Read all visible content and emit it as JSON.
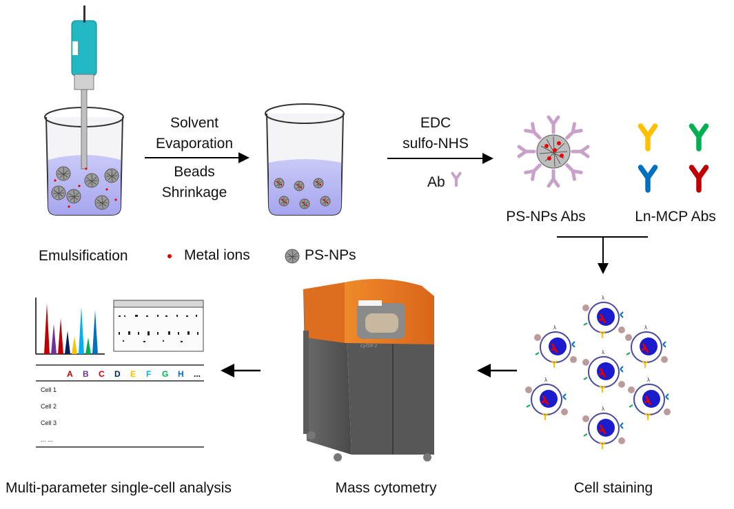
{
  "steps": {
    "emulsification": "Emulsification",
    "evaporation": {
      "line1": "Solvent",
      "line2": "Evaporation",
      "line3": "Beads",
      "line4": "Shrinkage"
    },
    "conjugation": {
      "line1": "EDC",
      "line2": "sulfo-NHS",
      "ab": "Ab"
    },
    "psnps_abs": "PS-NPs Abs",
    "lnmcp_abs": "Ln-MCP Abs",
    "cell_staining": "Cell staining",
    "mass_cytometry": "Mass cytometry",
    "analysis": "Multi-parameter single-cell analysis"
  },
  "legend": {
    "metal_ions": "Metal ions",
    "psnps": "PS-NPs"
  },
  "instrument": {
    "brand": "CyTOF 2"
  },
  "table": {
    "columns": [
      "A",
      "B",
      "C",
      "D",
      "E",
      "F",
      "G",
      "H",
      "..."
    ],
    "rows": [
      "Cell 1",
      "Cell 2",
      "Cell 3",
      "... ..."
    ]
  },
  "colors": {
    "column_colors": [
      "#c00000",
      "#7030a0",
      "#c00000",
      "#002060",
      "#ffc000",
      "#00b0f0",
      "#00b050",
      "#0070c0",
      "#000000"
    ],
    "antibody_yellow": "#ffc000",
    "antibody_green": "#00b050",
    "antibody_blue": "#0070c0",
    "antibody_red": "#c00000",
    "liquid": "#b8b8f0",
    "instrument_orange": "#e8761c"
  }
}
